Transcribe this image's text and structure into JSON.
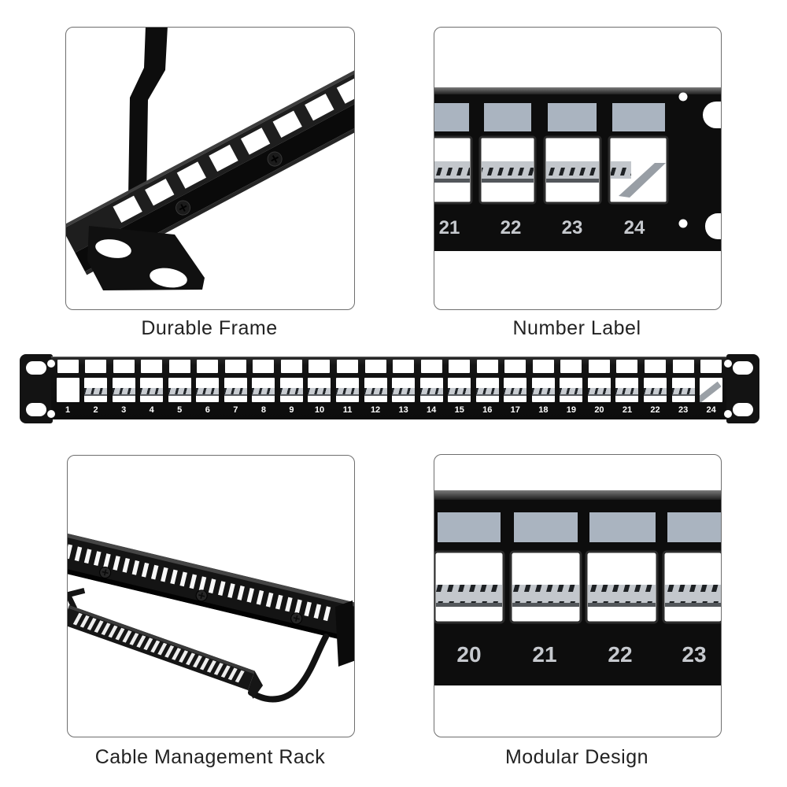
{
  "features": [
    {
      "id": "durable-frame",
      "caption": "Durable Frame"
    },
    {
      "id": "number-label",
      "caption": "Number Label",
      "port_numbers": [
        "21",
        "22",
        "23",
        "24"
      ]
    },
    {
      "id": "cable-management-rack",
      "caption": "Cable Management Rack"
    },
    {
      "id": "modular-design",
      "caption": "Modular Design",
      "port_numbers": [
        "20",
        "21",
        "22",
        "23"
      ]
    }
  ],
  "panel": {
    "port_numbers": [
      "1",
      "2",
      "3",
      "4",
      "5",
      "6",
      "7",
      "8",
      "9",
      "10",
      "11",
      "12",
      "13",
      "14",
      "15",
      "16",
      "17",
      "18",
      "19",
      "20",
      "21",
      "22",
      "23",
      "24"
    ]
  },
  "colors": {
    "background": "#ffffff",
    "box_border": "#6e6e6e",
    "caption_text": "#222222",
    "panel_black": "#0d0d0d",
    "label_window_gray": "#aab4c0",
    "closeup_number_silver": "#c6c9ce",
    "panel_number_white": "#ffffff"
  }
}
